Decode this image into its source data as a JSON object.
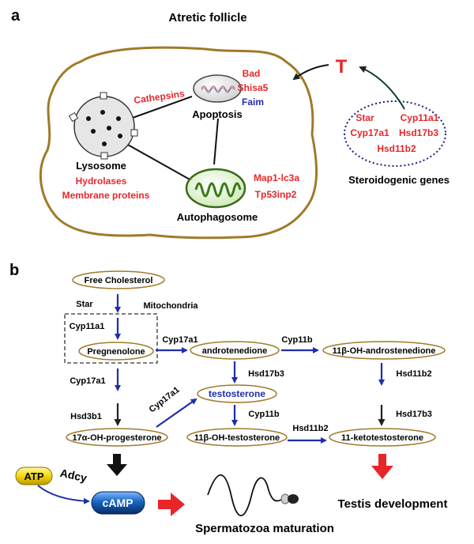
{
  "panel_a": {
    "label": "a",
    "title": "Atretic follicle",
    "hormone": "T",
    "cathepsins": "Cathepsins",
    "apoptosis": "Apoptosis",
    "apoptosis_genes": [
      "Bad",
      "Shisa5",
      "Faim"
    ],
    "lysosome": "Lysosome",
    "lysosome_items": [
      "Hydrolases",
      "Membrane proteins"
    ],
    "autophagosome": "Autophagosome",
    "autophagy_genes": [
      "Map1-lc3a",
      "Tp53inp2"
    ],
    "steroid_genes": [
      "Star",
      "Cyp11a1",
      "Cyp17a1",
      "Hsd17b3",
      "Hsd11b2"
    ],
    "steroid_caption": "Steroidogenic genes"
  },
  "panel_b": {
    "label": "b",
    "nodes": {
      "free_cholesterol": "Free Cholesterol",
      "pregnenolone": "Pregnenolone",
      "androtenedione": "androtenedione",
      "oh_androstenedione": "11β-OH-androstenedione",
      "testosterone": "testosterone",
      "oh_progesterone": "17α-OH-progesterone",
      "oh_testosterone": "11β-OH-testosterone",
      "ketotestosterone": "11-ketotestosterone"
    },
    "enzymes": {
      "star": "Star",
      "mitochondria": "Mitochondria",
      "cyp11a1": "Cyp11a1",
      "cyp17a1_top": "Cyp17a1",
      "cyp11b_top": "Cyp11b",
      "cyp17a1_left": "Cyp17a1",
      "cyp17a1_diag": "Cyp17a1",
      "hsd17b3_mid": "Hsd17b3",
      "hsd11b2_right": "Hsd11b2",
      "hsd3b1": "Hsd3b1",
      "cyp11b_mid": "Cyp11b",
      "hsd17b3_right": "Hsd17b3",
      "hsd11b2_bottom": "Hsd11b2"
    },
    "atp": "ATP",
    "adcy": "Adcy",
    "camp": "cAMP",
    "spermatozoa": "Spermatozoa maturation",
    "testis": "Testis development"
  },
  "colors": {
    "red": "#e8262a",
    "blue": "#1f2ea8",
    "brown": "#a07a2a",
    "navy": "#1c1a7a"
  }
}
